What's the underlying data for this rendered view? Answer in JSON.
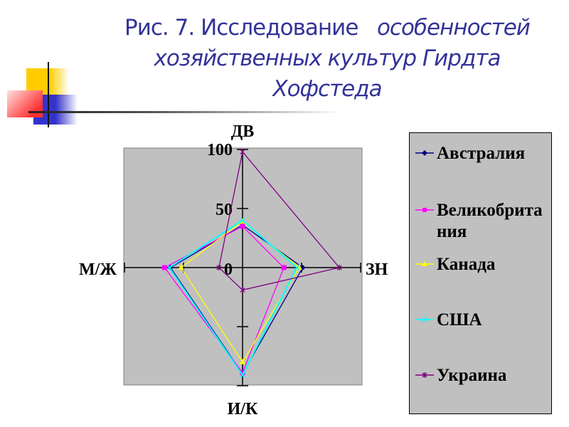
{
  "title": {
    "line1_regular": "Рис. 7. Исследование",
    "line1_italic": "особенностей",
    "line2": "хозяйственных культур Гирдта",
    "line3": "Хофстеда"
  },
  "colors": {
    "title": "#333399",
    "plot_background": "#c0c0c0"
  },
  "chart_data": {
    "type": "radar",
    "title": "Рис. 7. Исследование особенностей хозяйственных культур Гирдта Хофстеда",
    "categories": [
      "ДВ",
      "ЗН",
      "И/К",
      "М/Ж"
    ],
    "axis_positions": {
      "ДВ": "top",
      "ЗН": "right",
      "И/К": "bottom",
      "М/Ж": "left"
    },
    "tick_labels": [
      "0",
      "50",
      "100"
    ],
    "range": [
      0,
      100
    ],
    "grid": false,
    "legend_position": "right",
    "series": [
      {
        "name": "Австралия",
        "color": "#000080",
        "marker": "diamond",
        "values": [
          36,
          51,
          90,
          61
        ]
      },
      {
        "name": "Великобритания",
        "color": "#ff00ff",
        "marker": "square",
        "values": [
          35,
          35,
          89,
          66
        ]
      },
      {
        "name": "Канада",
        "color": "#ffff00",
        "marker": "triangle",
        "values": [
          39,
          48,
          80,
          52
        ]
      },
      {
        "name": "США",
        "color": "#00ffff",
        "marker": "x",
        "values": [
          40,
          46,
          91,
          62
        ]
      },
      {
        "name": "Украина",
        "color": "#800080",
        "marker": "star",
        "values": [
          98,
          82,
          19,
          20
        ]
      }
    ]
  },
  "legend": {
    "items": [
      {
        "label": "Австралия",
        "color": "#000080"
      },
      {
        "label": "Великобритания",
        "color": "#ff00ff"
      },
      {
        "label": "Канада",
        "color": "#ffff00"
      },
      {
        "label": "США",
        "color": "#00ffff"
      },
      {
        "label": "Украина",
        "color": "#800080"
      }
    ]
  }
}
